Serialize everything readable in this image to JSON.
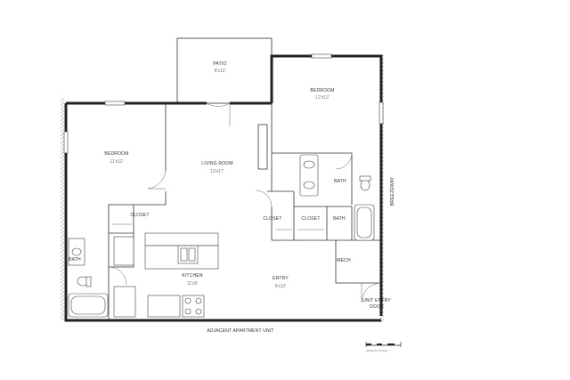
{
  "rooms": {
    "patio": {
      "name": "PATIO",
      "dims": "8'x12'"
    },
    "bedroom_right": {
      "name": "BEDROOM",
      "dims": "12'x13'"
    },
    "bedroom_left": {
      "name": "BEDROOM",
      "dims": "11'x12'"
    },
    "living_room": {
      "name": "LIVING ROOM",
      "dims": "13'x17'"
    },
    "kitchen": {
      "name": "KITCHEN",
      "dims": "11'x9'"
    },
    "entry": {
      "name": "ENTRY",
      "dims": "9'x12'"
    },
    "bath_master": "BATH",
    "bath_hall": "BATH",
    "bath_left": "BATH",
    "closet_left": "CLOSET",
    "closet_mid": "CLOSET",
    "closet_right": "CLOSET",
    "mech": "MECH"
  },
  "labels": {
    "breezeway": "BREEZEWAY",
    "adjacent": "ADJACENT APARTMENT UNIT",
    "entry_door_line1": "UNIT ENTRY",
    "entry_door_line2": "DOOR",
    "scale_caption": "GRAPHIC SCALE"
  }
}
